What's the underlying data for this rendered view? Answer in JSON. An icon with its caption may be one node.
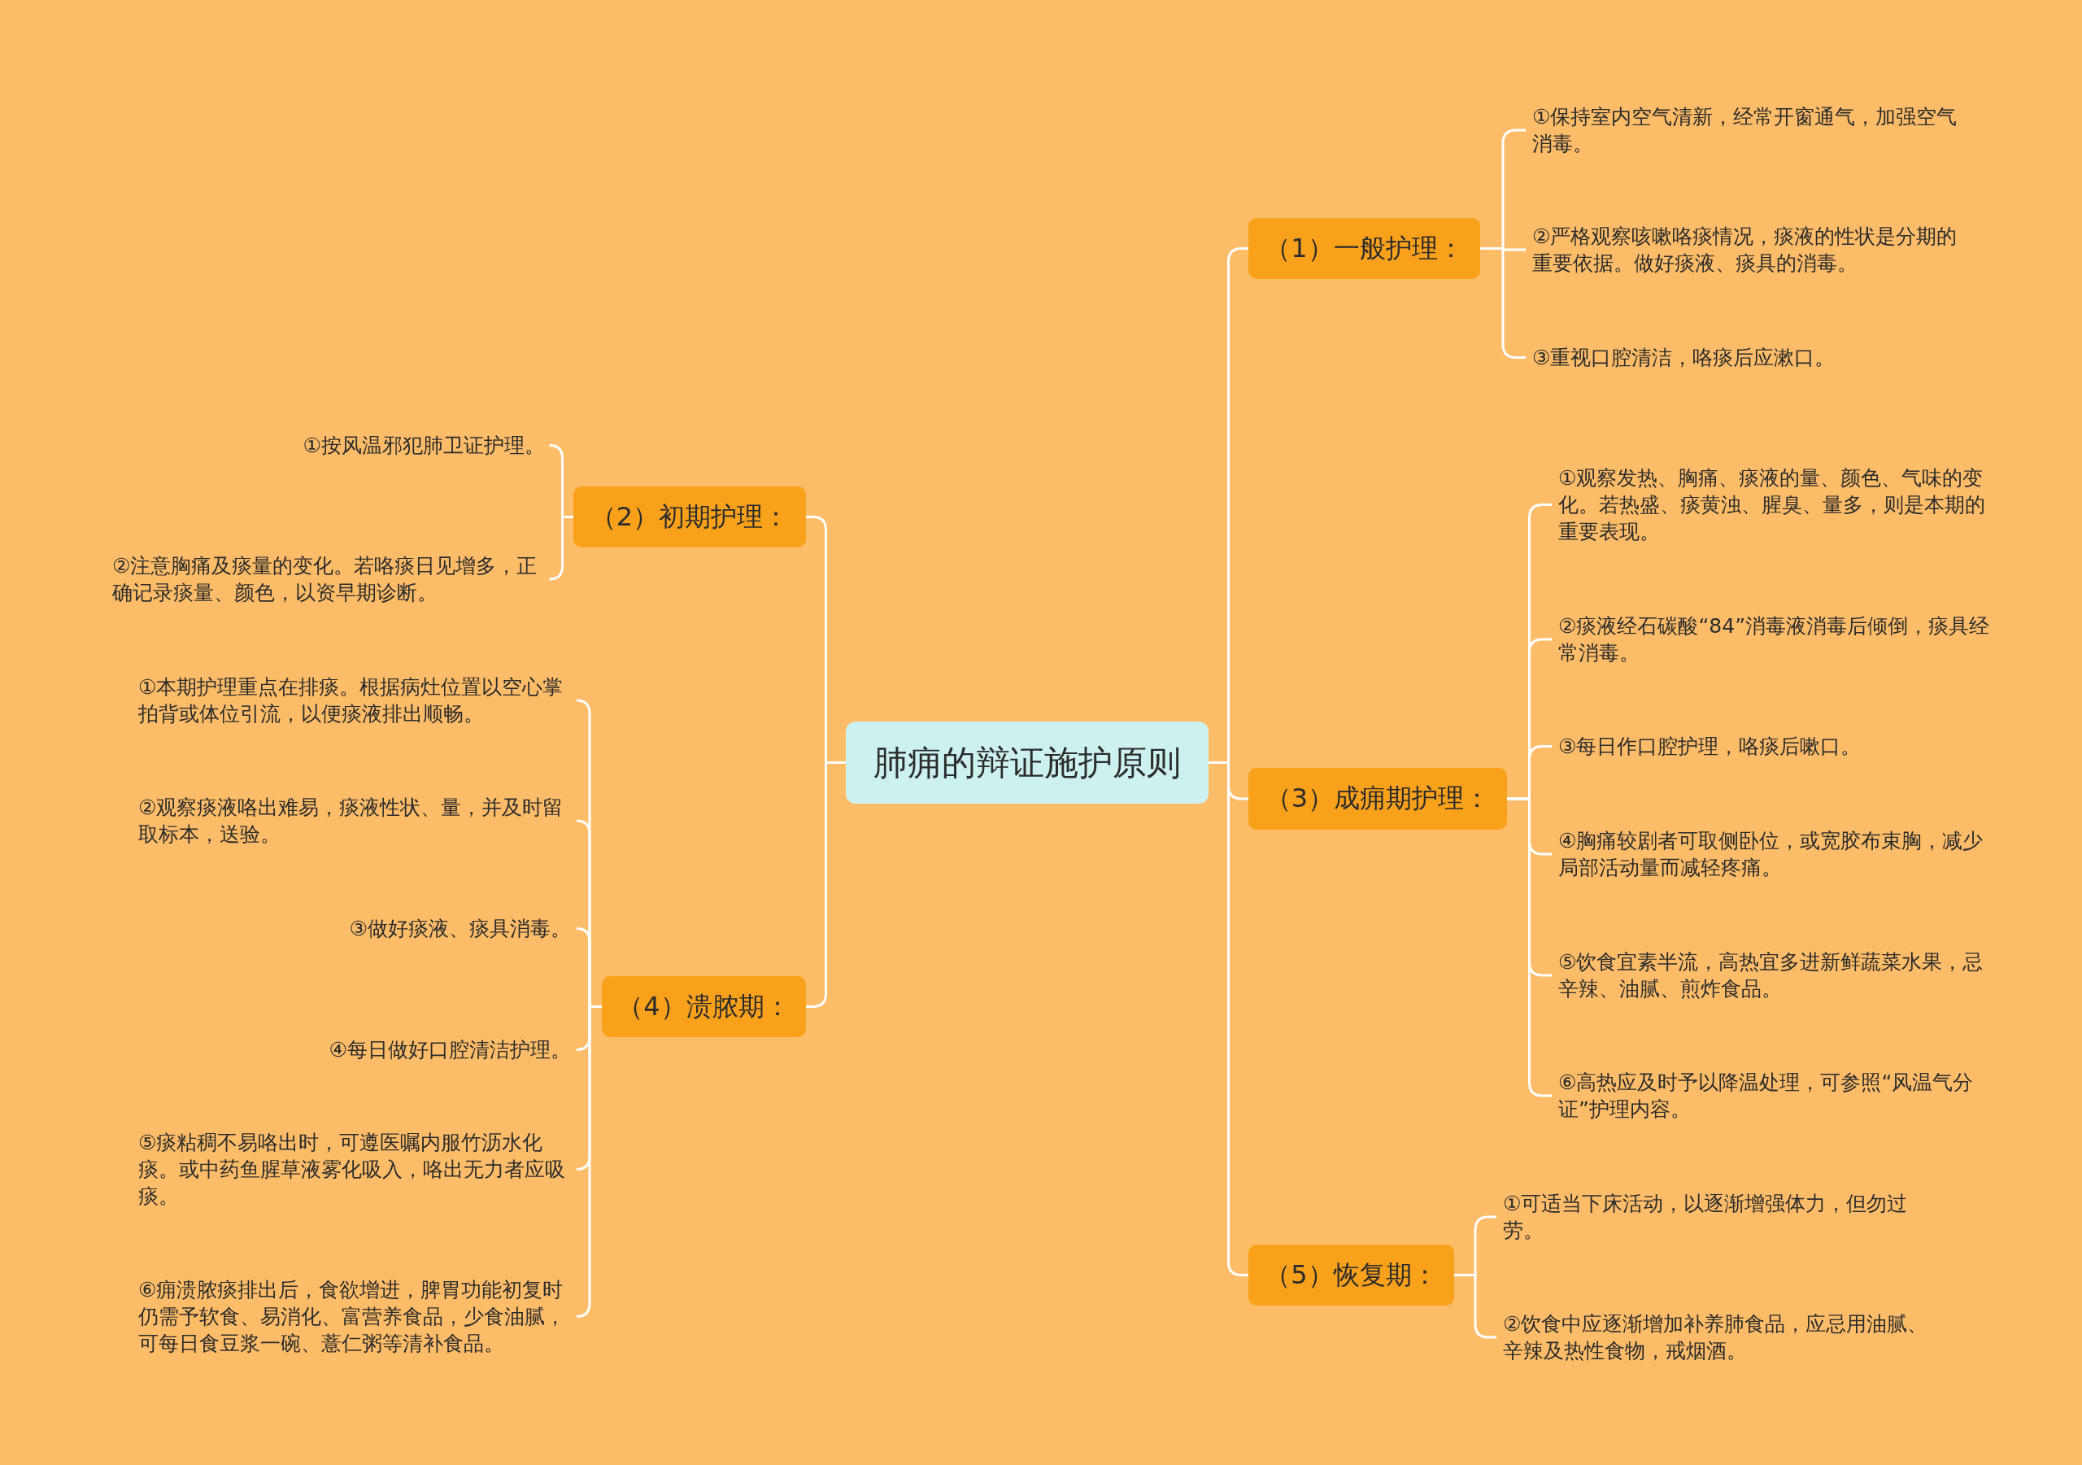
{
  "diagram": {
    "nodes": [
      {
        "text": [
          "肺痈的辩证施护原则"
        ]
      },
      {
        "text": [
          "（1）一般护理："
        ]
      },
      {
        "text": [
          "①保持室内空气清新，经常开窗通气，加强空气消毒。"
        ]
      },
      {
        "text": [
          "②严格观察咳嗽咯痰情况，痰液的性状是分期的重要依据。做好痰液、痰具的消毒。"
        ]
      },
      {
        "text": [
          "③重视口腔清洁，咯痰后应漱口。"
        ]
      },
      {
        "text": [
          "（2）初期护理："
        ]
      },
      {
        "text": [
          "①按风温邪犯肺卫证护理。"
        ]
      },
      {
        "text": [
          "②注意胸痛及痰量的变化。若咯痰日见增多，正确记录痰量、颜色，以资早期诊断。"
        ]
      },
      {
        "text": [
          "（3）成痈期护理："
        ]
      },
      {
        "text": [
          "①观察发热、胸痛、痰液的量、颜色、气味的变化。若热盛、痰黄浊、腥臭、量多，则是本期的重要表现。"
        ]
      },
      {
        "text": [
          "②痰液经石碳酸“84”消毒液消毒后倾倒，痰具经常消毒。"
        ]
      },
      {
        "text": [
          "③每日作口腔护理，咯痰后嗽口。"
        ]
      },
      {
        "text": [
          "④胸痛较剧者可取侧卧位，或宽胶布束胸，减少局部活动量而减轻疼痛。"
        ]
      },
      {
        "text": [
          "⑤饮食宜素半流，高热宜多进新鲜蔬菜水果，忌辛辣、油腻、煎炸食品。"
        ]
      },
      {
        "text": [
          "⑥高热应及时予以降温处理，可参照“风温气分证”护理内容。"
        ]
      },
      {
        "text": [
          "（4）溃脓期："
        ]
      },
      {
        "text": [
          "①本期护理重点在排痰。根据病灶位置以空心掌拍背或体位引流，以便痰液排出顺畅。"
        ]
      },
      {
        "text": [
          "②观察痰液咯出难易，痰液性状、量，并及时留取标本，送验。"
        ]
      },
      {
        "text": [
          "③做好痰液、痰具消毒。"
        ]
      },
      {
        "text": [
          "④每日做好口腔清洁护理。"
        ]
      },
      {
        "text": [
          "⑤痰粘稠不易咯出时，可遵医嘱内服竹沥水化痰。或中药鱼腥草液雾化吸入，咯出无力者应吸痰。"
        ]
      },
      {
        "text": [
          "⑥痈溃脓痰排出后，食欲增进，脾胃功能初复时仍需予软食、易消化、富营养食品，少食油腻，可每日食豆浆一碗、薏仁粥等清补食品。"
        ]
      },
      {
        "text": [
          "（5）恢复期："
        ]
      },
      {
        "text": [
          "①可适当下床活动，以逐渐增强体力，但勿过劳。"
        ]
      },
      {
        "text": [
          "②饮食中应逐渐增加补养肺食品，应忌用油腻、辛辣及热性食物，戒烟酒。"
        ]
      }
    ],
    "edges": [
      {
        "from": 0,
        "to": 1,
        "arrow": "none"
      },
      {
        "from": 1,
        "to": 2,
        "arrow": "none"
      },
      {
        "from": 1,
        "to": 3,
        "arrow": "none"
      },
      {
        "from": 1,
        "to": 4,
        "arrow": "none"
      },
      {
        "from": 0,
        "to": 5,
        "arrow": "none"
      },
      {
        "from": 5,
        "to": 6,
        "arrow": "none"
      },
      {
        "from": 5,
        "to": 7,
        "arrow": "none"
      },
      {
        "from": 0,
        "to": 8,
        "arrow": "none"
      },
      {
        "from": 8,
        "to": 9,
        "arrow": "none"
      },
      {
        "from": 8,
        "to": 10,
        "arrow": "none"
      },
      {
        "from": 8,
        "to": 11,
        "arrow": "none"
      },
      {
        "from": 8,
        "to": 12,
        "arrow": "none"
      },
      {
        "from": 8,
        "to": 13,
        "arrow": "none"
      },
      {
        "from": 8,
        "to": 14,
        "arrow": "none"
      },
      {
        "from": 0,
        "to": 15,
        "arrow": "none"
      },
      {
        "from": 15,
        "to": 16,
        "arrow": "none"
      },
      {
        "from": 15,
        "to": 17,
        "arrow": "none"
      },
      {
        "from": 15,
        "to": 18,
        "arrow": "none"
      },
      {
        "from": 15,
        "to": 19,
        "arrow": "none"
      },
      {
        "from": 15,
        "to": 20,
        "arrow": "none"
      },
      {
        "from": 15,
        "to": 21,
        "arrow": "none"
      },
      {
        "from": 0,
        "to": 22,
        "arrow": "none"
      },
      {
        "from": 22,
        "to": 23,
        "arrow": "none"
      },
      {
        "from": 22,
        "to": 24,
        "arrow": "none"
      }
    ]
  }
}
